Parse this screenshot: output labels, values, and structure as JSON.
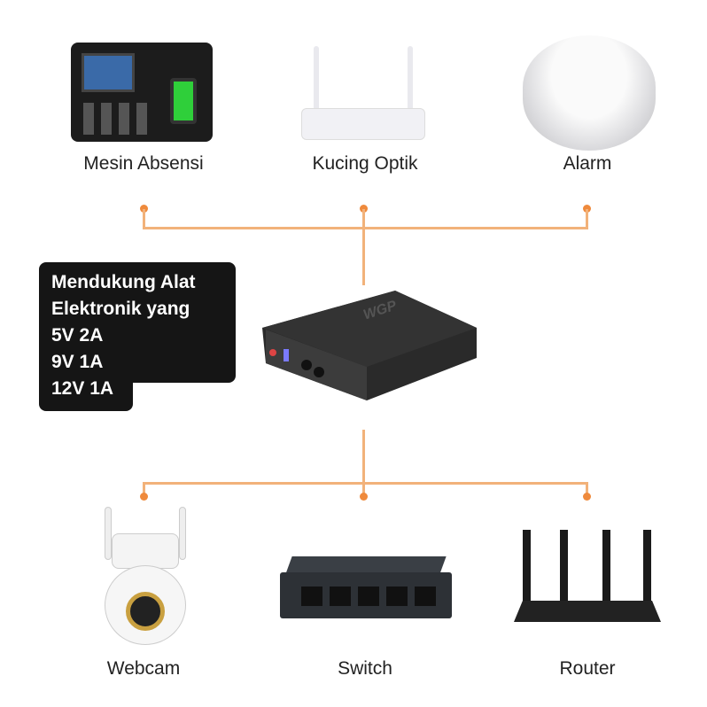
{
  "top_devices": [
    {
      "label": "Mesin Absensi"
    },
    {
      "label": "Kucing Optik"
    },
    {
      "label": "Alarm"
    }
  ],
  "bottom_devices": [
    {
      "label": "Webcam"
    },
    {
      "label": "Switch"
    },
    {
      "label": "Router"
    }
  ],
  "spec_box": {
    "lines": [
      "Mendukung Alat",
      "Elektronik yang",
      "5V 2A",
      "9V 1A",
      "12V 1A"
    ]
  },
  "center_device": {
    "brand": "WGP"
  },
  "colors": {
    "connector": "#f2b27a",
    "dot": "#ef8a3c",
    "box": "#151515"
  }
}
